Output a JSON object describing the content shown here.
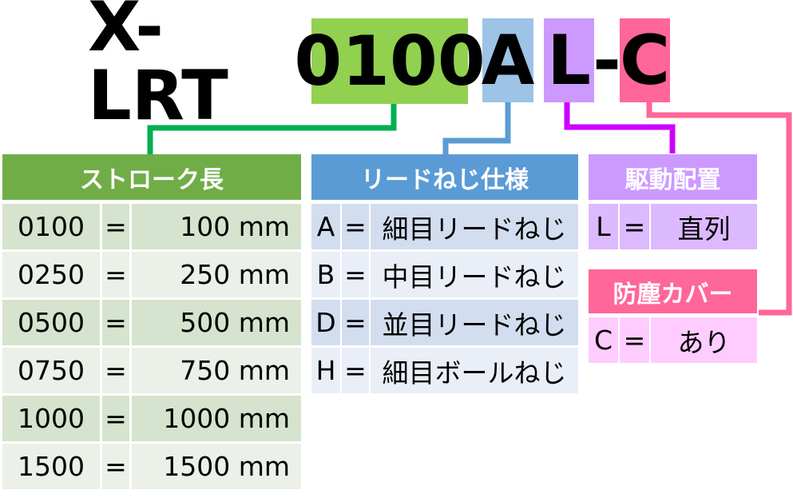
{
  "code": {
    "prefix": "X-LRT",
    "stroke": "0100",
    "lead": "A",
    "drive": "L",
    "dash": "-",
    "cover": "C"
  },
  "colors": {
    "green": "#92D050",
    "blue": "#9DC3E6",
    "purple": "#CC99FF",
    "pink": "#FF6699"
  },
  "stroke_table": {
    "header": "ストローク長",
    "rows": [
      {
        "code": "0100",
        "eq": "=",
        "value": "100 mm"
      },
      {
        "code": "0250",
        "eq": "=",
        "value": "250 mm"
      },
      {
        "code": "0500",
        "eq": "=",
        "value": "500 mm"
      },
      {
        "code": "0750",
        "eq": "=",
        "value": "750 mm"
      },
      {
        "code": "1000",
        "eq": "=",
        "value": "1000 mm"
      },
      {
        "code": "1500",
        "eq": "=",
        "value": "1500 mm"
      }
    ]
  },
  "lead_table": {
    "header": "リードねじ仕様",
    "rows": [
      {
        "code": "A",
        "eq": "=",
        "value": "細目リードねじ"
      },
      {
        "code": "B",
        "eq": "=",
        "value": "中目リードねじ"
      },
      {
        "code": "D",
        "eq": "=",
        "value": "並目リードねじ"
      },
      {
        "code": "H",
        "eq": "=",
        "value": "細目ボールねじ"
      }
    ]
  },
  "drive_table": {
    "header": "駆動配置",
    "rows": [
      {
        "code": "L",
        "eq": "=",
        "value": "直列"
      }
    ]
  },
  "cover_table": {
    "header": "防塵カバー",
    "rows": [
      {
        "code": "C",
        "eq": "=",
        "value": "あり"
      }
    ]
  }
}
